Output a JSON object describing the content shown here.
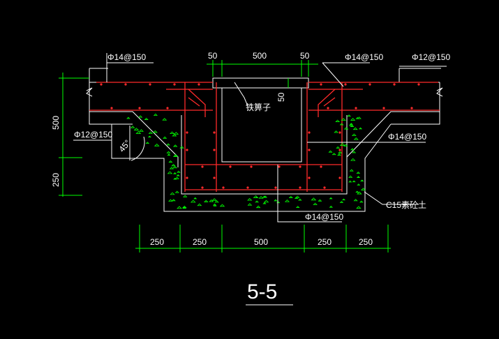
{
  "section_title": "5-5",
  "labels": {
    "top_left_rebar": "Φ14@150",
    "top_right_rebar_a": "Φ14@150",
    "top_right_rebar_b": "Φ12@150",
    "left_rebar": "Φ12@150",
    "right_rebar": "Φ14@150",
    "bottom_rebar": "Φ14@150",
    "grate": "铁箅子",
    "concrete": "C15素砼土",
    "angle": "45°"
  },
  "dims": {
    "top_left_50": "50",
    "top_500": "500",
    "top_right_50": "50",
    "grate_depth_50": "50",
    "left_500": "500",
    "left_250": "250",
    "bottom": [
      "250",
      "250",
      "500",
      "250",
      "250"
    ]
  },
  "colors": {
    "background": "#000000",
    "outline": "#ffffff",
    "rebar": "#ff2a2a",
    "dimension": "#00ff00"
  }
}
